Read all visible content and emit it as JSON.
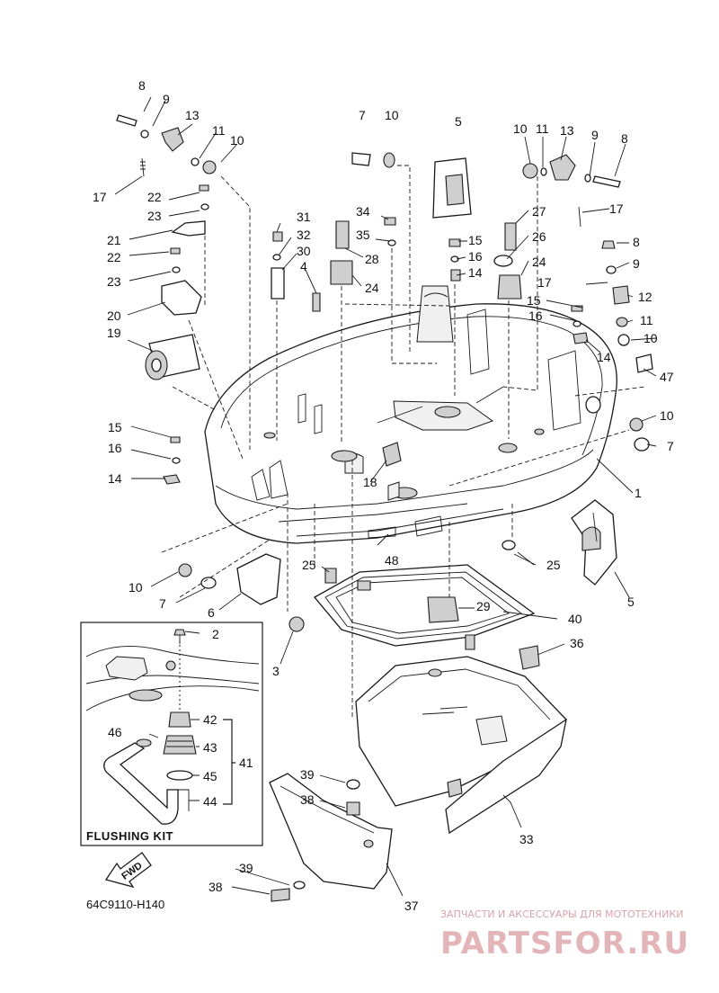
{
  "callouts": [
    {
      "id": "8a",
      "label": "8"
    },
    {
      "id": "9a",
      "label": "9"
    },
    {
      "id": "13a",
      "label": "13"
    },
    {
      "id": "11a",
      "label": "11"
    },
    {
      "id": "10a",
      "label": "10"
    },
    {
      "id": "17a",
      "label": "17"
    },
    {
      "id": "22a",
      "label": "22"
    },
    {
      "id": "23a",
      "label": "23"
    },
    {
      "id": "21",
      "label": "21"
    },
    {
      "id": "22b",
      "label": "22"
    },
    {
      "id": "23b",
      "label": "23"
    },
    {
      "id": "20",
      "label": "20"
    },
    {
      "id": "19",
      "label": "19"
    },
    {
      "id": "15a",
      "label": "15"
    },
    {
      "id": "16a",
      "label": "16"
    },
    {
      "id": "14a",
      "label": "14"
    },
    {
      "id": "7a",
      "label": "7"
    },
    {
      "id": "10b",
      "label": "10"
    },
    {
      "id": "5a",
      "label": "5"
    },
    {
      "id": "10c",
      "label": "10"
    },
    {
      "id": "11b",
      "label": "11"
    },
    {
      "id": "13b",
      "label": "13"
    },
    {
      "id": "9b",
      "label": "9"
    },
    {
      "id": "8b",
      "label": "8"
    },
    {
      "id": "17b",
      "label": "17"
    },
    {
      "id": "31",
      "label": "31"
    },
    {
      "id": "32",
      "label": "32"
    },
    {
      "id": "30",
      "label": "30"
    },
    {
      "id": "4",
      "label": "4"
    },
    {
      "id": "34",
      "label": "34"
    },
    {
      "id": "35",
      "label": "35"
    },
    {
      "id": "28",
      "label": "28"
    },
    {
      "id": "24a",
      "label": "24"
    },
    {
      "id": "15b",
      "label": "15"
    },
    {
      "id": "16b",
      "label": "16"
    },
    {
      "id": "14b",
      "label": "14"
    },
    {
      "id": "27",
      "label": "27"
    },
    {
      "id": "26",
      "label": "26"
    },
    {
      "id": "24b",
      "label": "24"
    },
    {
      "id": "8c",
      "label": "8"
    },
    {
      "id": "9c",
      "label": "9"
    },
    {
      "id": "17c",
      "label": "17"
    },
    {
      "id": "12",
      "label": "12"
    },
    {
      "id": "15c",
      "label": "15"
    },
    {
      "id": "11c",
      "label": "11"
    },
    {
      "id": "16c",
      "label": "16"
    },
    {
      "id": "10d",
      "label": "10"
    },
    {
      "id": "14c",
      "label": "14"
    },
    {
      "id": "47",
      "label": "47"
    },
    {
      "id": "10e",
      "label": "10"
    },
    {
      "id": "7b",
      "label": "7"
    },
    {
      "id": "1",
      "label": "1"
    },
    {
      "id": "18",
      "label": "18"
    },
    {
      "id": "25a",
      "label": "25"
    },
    {
      "id": "48",
      "label": "48"
    },
    {
      "id": "25b",
      "label": "25"
    },
    {
      "id": "5b",
      "label": "5"
    },
    {
      "id": "10f",
      "label": "10"
    },
    {
      "id": "7c",
      "label": "7"
    },
    {
      "id": "6",
      "label": "6"
    },
    {
      "id": "29",
      "label": "29"
    },
    {
      "id": "40",
      "label": "40"
    },
    {
      "id": "3",
      "label": "3"
    },
    {
      "id": "36",
      "label": "36"
    },
    {
      "id": "2",
      "label": "2"
    },
    {
      "id": "42",
      "label": "42"
    },
    {
      "id": "46",
      "label": "46"
    },
    {
      "id": "43",
      "label": "43"
    },
    {
      "id": "41",
      "label": "41"
    },
    {
      "id": "45",
      "label": "45"
    },
    {
      "id": "44",
      "label": "44"
    },
    {
      "id": "39a",
      "label": "39"
    },
    {
      "id": "38a",
      "label": "38"
    },
    {
      "id": "33",
      "label": "33"
    },
    {
      "id": "39b",
      "label": "39"
    },
    {
      "id": "38b",
      "label": "38"
    },
    {
      "id": "37",
      "label": "37"
    }
  ],
  "inset": {
    "title": "FLUSHING KIT"
  },
  "direction": {
    "label": "FWD"
  },
  "drawing_code": "64C9110-H140",
  "watermark": {
    "tagline": "ЗАПЧАСТИ И АКСЕССУАРЫ ДЛЯ МОТОТЕХНИКИ",
    "brand": "PARTSFOR.RU",
    "color": "#e3b5b8"
  }
}
